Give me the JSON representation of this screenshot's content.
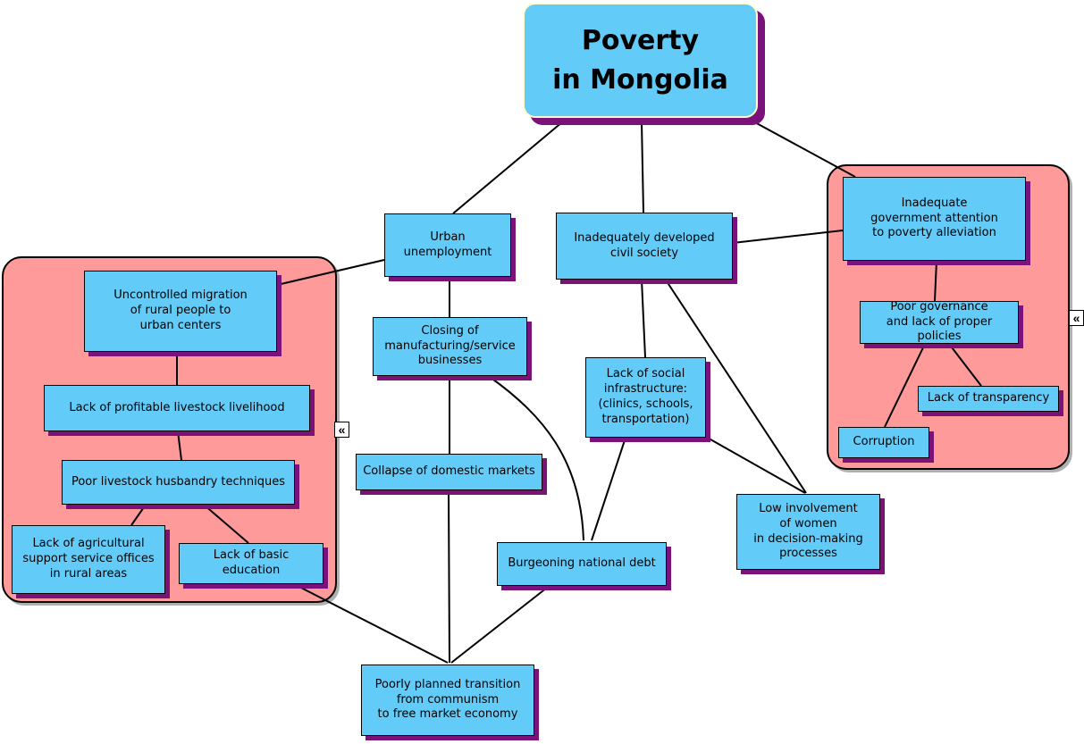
{
  "diagram": {
    "title": "Poverty\nin Mongolia",
    "nodes": {
      "urban": "Urban\nunemployment",
      "civil": "Inadequately developed\ncivil society",
      "closing": "Closing of\nmanufacturing/service\nbusinesses",
      "collapse_markets": "Collapse of domestic markets",
      "migration": "Uncontrolled migration\nof rural people to\nurban centers",
      "livestock": "Lack of profitable livestock livelihood",
      "husbandry": "Poor livestock husbandry techniques",
      "agriculture": "Lack of agricultural\nsupport service offices\nin rural areas",
      "education": "Lack of basic education",
      "infrastructure": "Lack of social\ninfrastructure:\n(clinics, schools,\ntransportation)",
      "government": "Inadequate\ngovernment attention\nto poverty alleviation",
      "governance": "Poor governance\nand lack of proper policies",
      "transparency": "Lack of transparency",
      "corruption": "Corruption",
      "women": "Low involvement\nof women\nin decision-making\nprocesses",
      "debt": "Burgeoning national debt",
      "transition": "Poorly planned transition\nfrom communism\nto free market economy"
    },
    "icons": {
      "collapse_glyph": "«"
    },
    "edges": [
      {
        "from": "title",
        "to": "urban"
      },
      {
        "from": "title",
        "to": "civil"
      },
      {
        "from": "title",
        "to": "government"
      },
      {
        "from": "urban",
        "to": "migration"
      },
      {
        "from": "urban",
        "to": "closing"
      },
      {
        "from": "migration",
        "to": "livestock"
      },
      {
        "from": "livestock",
        "to": "husbandry"
      },
      {
        "from": "husbandry",
        "to": "agriculture"
      },
      {
        "from": "husbandry",
        "to": "education"
      },
      {
        "from": "closing",
        "to": "collapse_markets"
      },
      {
        "from": "closing",
        "to": "debt"
      },
      {
        "from": "collapse_markets",
        "to": "transition"
      },
      {
        "from": "civil",
        "to": "infrastructure"
      },
      {
        "from": "civil",
        "to": "government"
      },
      {
        "from": "civil",
        "to": "women"
      },
      {
        "from": "infrastructure",
        "to": "debt"
      },
      {
        "from": "infrastructure",
        "to": "women"
      },
      {
        "from": "government",
        "to": "governance"
      },
      {
        "from": "governance",
        "to": "corruption"
      },
      {
        "from": "governance",
        "to": "transparency"
      },
      {
        "from": "education",
        "to": "transition"
      },
      {
        "from": "debt",
        "to": "transition"
      }
    ],
    "colors": {
      "node_fill": "#63cbf8",
      "node_shadow": "#7a127a",
      "group_fill": "#ff9a9a",
      "group_border": "#000000",
      "title_border": "#ffffcc",
      "connector": "#000000"
    }
  }
}
